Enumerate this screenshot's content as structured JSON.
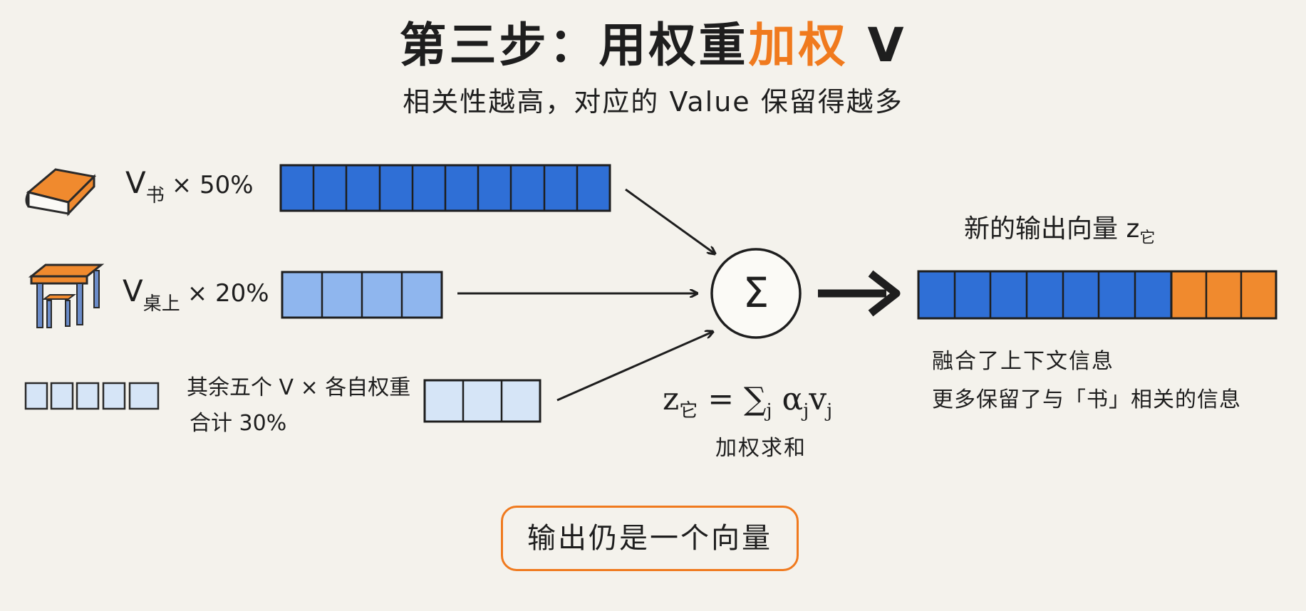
{
  "title_prefix": "第三步：用权重",
  "title_highlight": "加权",
  "title_suffix": " V",
  "subtitle": "相关性越高，对应的 Value 保留得越多",
  "rows": [
    {
      "v": "V",
      "sub": "书",
      "weight": "× 50%",
      "icon": "book-icon"
    },
    {
      "v": "V",
      "sub": "桌上",
      "weight": "× 20%",
      "icon": "desk-icon"
    }
  ],
  "rest_line1": "其余五个 V × 各自权重",
  "rest_line2": "合计 30%",
  "sum_symbol": "Σ",
  "formula": {
    "lhs": "z",
    "lhs_sub": "它",
    "eq": " = ",
    "sum": "∑",
    "sum_sub": "j",
    "alpha": " α",
    "alpha_sub": "j",
    "v": "v",
    "v_sub": "j"
  },
  "formula_caption": "加权求和",
  "output_title": "新的输出向量 z",
  "output_title_sub": "它",
  "output_desc_1": "融合了上下文信息",
  "output_desc_2": "更多保留了与「书」相关的信息",
  "bottom_box": "输出仍是一个向量",
  "colors": {
    "dark_blue": "#2f6fd6",
    "mid_blue": "#8fb6ee",
    "light_blue": "#d6e5f7",
    "orange": "#f07a1e"
  }
}
